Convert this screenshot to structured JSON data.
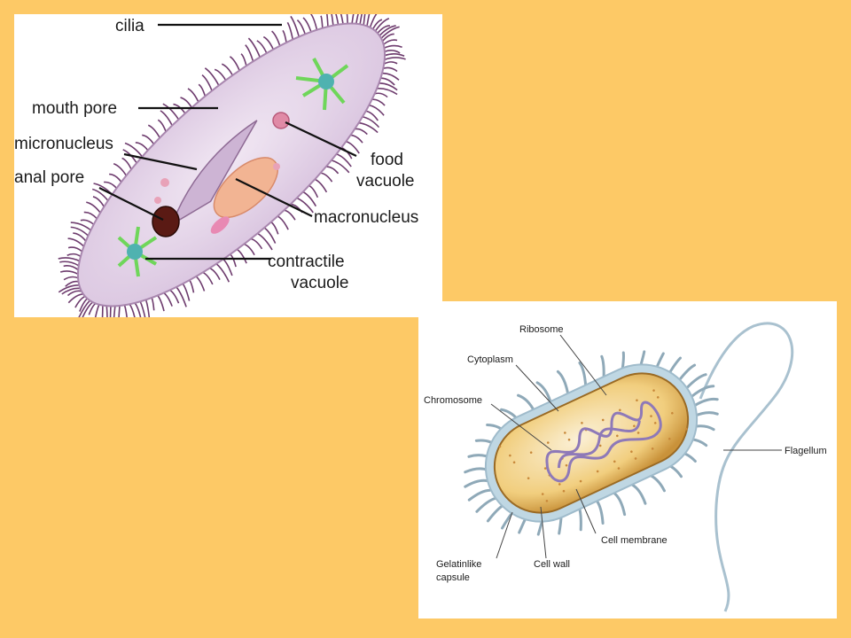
{
  "paramecium": {
    "labels": {
      "cilia": "cilia",
      "mouth_pore": "mouth pore",
      "micronucleus": "micronucleus",
      "anal_pore": "anal pore",
      "food_vacuole_1": "food",
      "food_vacuole_2": "vacuole",
      "macronucleus": "macronucleus",
      "contractile_vacuole_1": "contractile",
      "contractile_vacuole_2": "vacuole"
    }
  },
  "bacterium": {
    "labels": {
      "ribosome": "Ribosome",
      "cytoplasm": "Cytoplasm",
      "chromosome": "Chromosome",
      "flagellum": "Flagellum",
      "cell_membrane": "Cell membrane",
      "cell_wall": "Cell wall",
      "capsule_1": "Gelatinlike",
      "capsule_2": "capsule"
    }
  },
  "colors": {
    "background": "#FDC966",
    "paramecium_body": "#E6D8EC",
    "cilia": "#6E3C6E",
    "macronucleus": "#F2B493",
    "anal_pore": "#5A1A14",
    "contractile_vacuole": "#4FB2B0",
    "bacterium_cytoplasm": "#F1CE7E",
    "bacterium_capsule": "#BFD7E3",
    "chromosome": "#8E79B8"
  }
}
